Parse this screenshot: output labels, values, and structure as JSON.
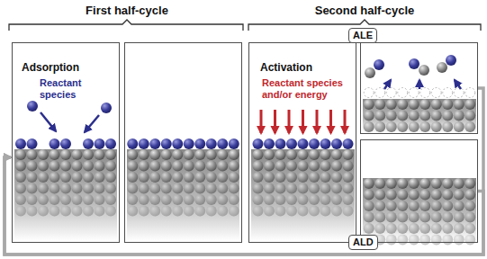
{
  "diagram": {
    "nodes": [
      {
        "text": [
          "Adsorption",
          "Reactant species"
        ]
      },
      {
        "text": [
          "Activation",
          "Reactant species and/or energy"
        ]
      },
      {
        "text": [
          "ALE"
        ]
      },
      {
        "text": [
          "ALD"
        ]
      }
    ],
    "edges": [
      {
        "from": 2,
        "to": 0,
        "arrow": "to"
      },
      {
        "from": 3,
        "to": 0,
        "arrow": "to"
      }
    ],
    "labels": [
      "First half-cycle",
      "Second half-cycle"
    ]
  }
}
